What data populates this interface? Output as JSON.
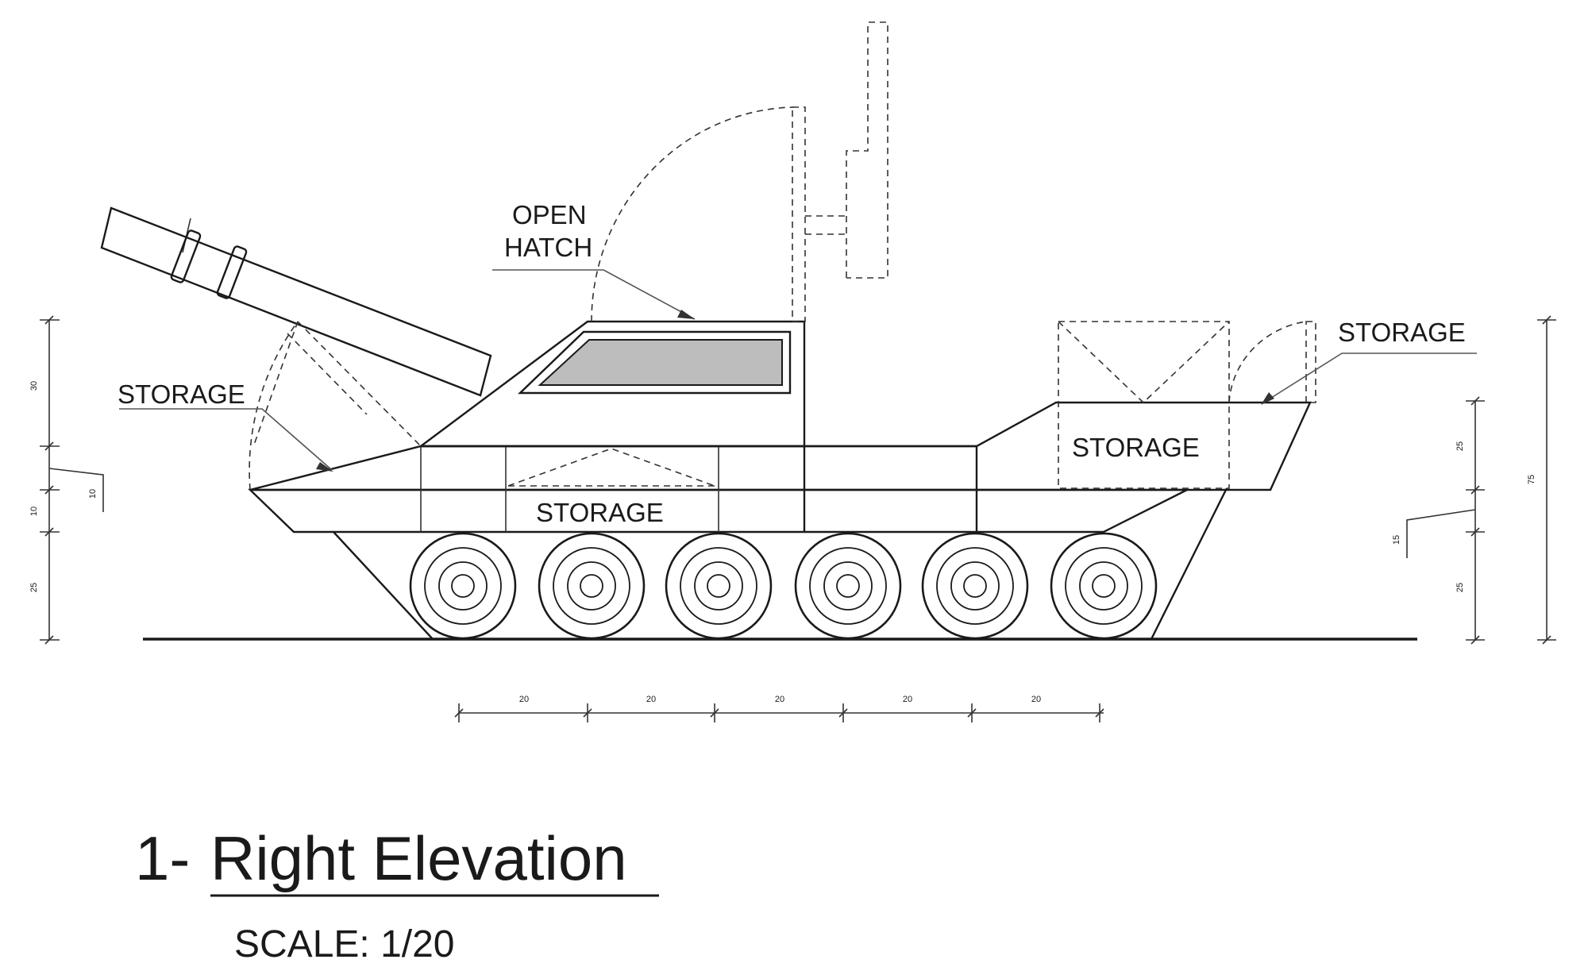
{
  "labels": {
    "open_hatch_line1": "OPEN",
    "open_hatch_line2": "HATCH",
    "storage_left": "STORAGE",
    "storage_right_top": "STORAGE",
    "storage_rear_box": "STORAGE",
    "storage_hull": "STORAGE"
  },
  "dimensions": {
    "left": [
      "30",
      "10",
      "25"
    ],
    "left_note": "10",
    "right": [
      "25",
      "25"
    ],
    "right_note": "15",
    "right_overall": "75",
    "bottom": [
      "20",
      "20",
      "20",
      "20",
      "20"
    ]
  },
  "title": {
    "number": "1-",
    "name": "Right Elevation",
    "scale": "SCALE: 1/20"
  }
}
